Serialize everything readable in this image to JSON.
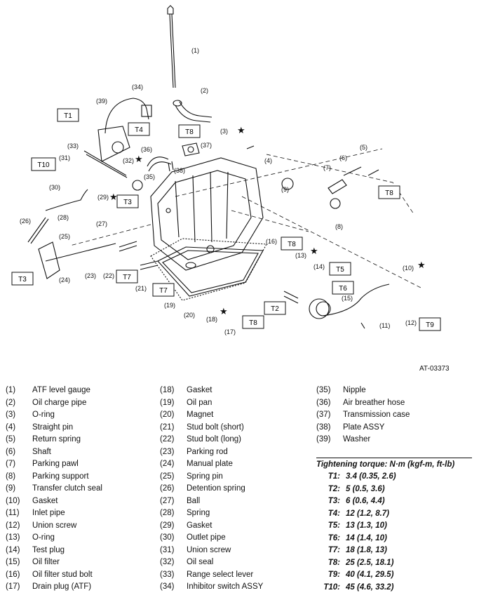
{
  "figure_id": "AT-03373",
  "diagram": {
    "callouts": [
      "(1)",
      "(2)",
      "(3)",
      "(4)",
      "(5)",
      "(6)",
      "(7)",
      "(8)",
      "(9)",
      "(10)",
      "(11)",
      "(12)",
      "(13)",
      "(14)",
      "(15)",
      "(16)",
      "(17)",
      "(18)",
      "(19)",
      "(20)",
      "(21)",
      "(22)",
      "(23)",
      "(24)",
      "(25)",
      "(26)",
      "(27)",
      "(28)",
      "(29)",
      "(30)",
      "(31)",
      "(32)",
      "(33)",
      "(34)",
      "(35)",
      "(36)",
      "(37)",
      "(38)",
      "(39)"
    ],
    "torque_tags": [
      "T1",
      "T2",
      "T3",
      "T3",
      "T4",
      "T5",
      "T6",
      "T7",
      "T7",
      "T8",
      "T8",
      "T8",
      "T8",
      "T9",
      "T10"
    ],
    "star_symbol": "★"
  },
  "legend": {
    "col1": [
      {
        "num": "(1)",
        "label": "ATF level gauge"
      },
      {
        "num": "(2)",
        "label": "Oil charge pipe"
      },
      {
        "num": "(3)",
        "label": "O-ring"
      },
      {
        "num": "(4)",
        "label": "Straight pin"
      },
      {
        "num": "(5)",
        "label": "Return spring"
      },
      {
        "num": "(6)",
        "label": "Shaft"
      },
      {
        "num": "(7)",
        "label": "Parking pawl"
      },
      {
        "num": "(8)",
        "label": "Parking support"
      },
      {
        "num": "(9)",
        "label": "Transfer clutch seal"
      },
      {
        "num": "(10)",
        "label": "Gasket"
      },
      {
        "num": "(11)",
        "label": "Inlet pipe"
      },
      {
        "num": "(12)",
        "label": "Union screw"
      },
      {
        "num": "(13)",
        "label": "O-ring"
      },
      {
        "num": "(14)",
        "label": "Test plug"
      },
      {
        "num": "(15)",
        "label": "Oil filter"
      },
      {
        "num": "(16)",
        "label": "Oil filter stud bolt"
      },
      {
        "num": "(17)",
        "label": "Drain plug (ATF)"
      }
    ],
    "col2": [
      {
        "num": "(18)",
        "label": "Gasket"
      },
      {
        "num": "(19)",
        "label": "Oil pan"
      },
      {
        "num": "(20)",
        "label": "Magnet"
      },
      {
        "num": "(21)",
        "label": "Stud bolt (short)"
      },
      {
        "num": "(22)",
        "label": "Stud bolt (long)"
      },
      {
        "num": "(23)",
        "label": "Parking rod"
      },
      {
        "num": "(24)",
        "label": "Manual plate"
      },
      {
        "num": "(25)",
        "label": "Spring pin"
      },
      {
        "num": "(26)",
        "label": "Detention spring"
      },
      {
        "num": "(27)",
        "label": "Ball"
      },
      {
        "num": "(28)",
        "label": "Spring"
      },
      {
        "num": "(29)",
        "label": "Gasket"
      },
      {
        "num": "(30)",
        "label": "Outlet pipe"
      },
      {
        "num": "(31)",
        "label": "Union screw"
      },
      {
        "num": "(32)",
        "label": "Oil seal"
      },
      {
        "num": "(33)",
        "label": "Range select lever"
      },
      {
        "num": "(34)",
        "label": "Inhibitor switch ASSY"
      }
    ],
    "col3": [
      {
        "num": "(35)",
        "label": "Nipple"
      },
      {
        "num": "(36)",
        "label": "Air breather hose"
      },
      {
        "num": "(37)",
        "label": "Transmission case"
      },
      {
        "num": "(38)",
        "label": "Plate ASSY"
      },
      {
        "num": "(39)",
        "label": "Washer"
      }
    ]
  },
  "torque": {
    "title": "Tightening torque: N·m (kgf-m, ft-lb)",
    "rows": [
      {
        "code": "T1:",
        "value": "3.4 (0.35, 2.6)"
      },
      {
        "code": "T2:",
        "value": "5 (0.5, 3.6)"
      },
      {
        "code": "T3:",
        "value": "6 (0.6, 4.4)"
      },
      {
        "code": "T4:",
        "value": "12 (1.2, 8.7)"
      },
      {
        "code": "T5:",
        "value": "13 (1.3, 10)"
      },
      {
        "code": "T6:",
        "value": "14 (1.4, 10)"
      },
      {
        "code": "T7:",
        "value": "18 (1.8, 13)"
      },
      {
        "code": "T8:",
        "value": "25 (2.5, 18.1)"
      },
      {
        "code": "T9:",
        "value": "40 (4.1, 29.5)"
      },
      {
        "code": "T10:",
        "value": "45 (4.6, 33.2)"
      }
    ]
  }
}
